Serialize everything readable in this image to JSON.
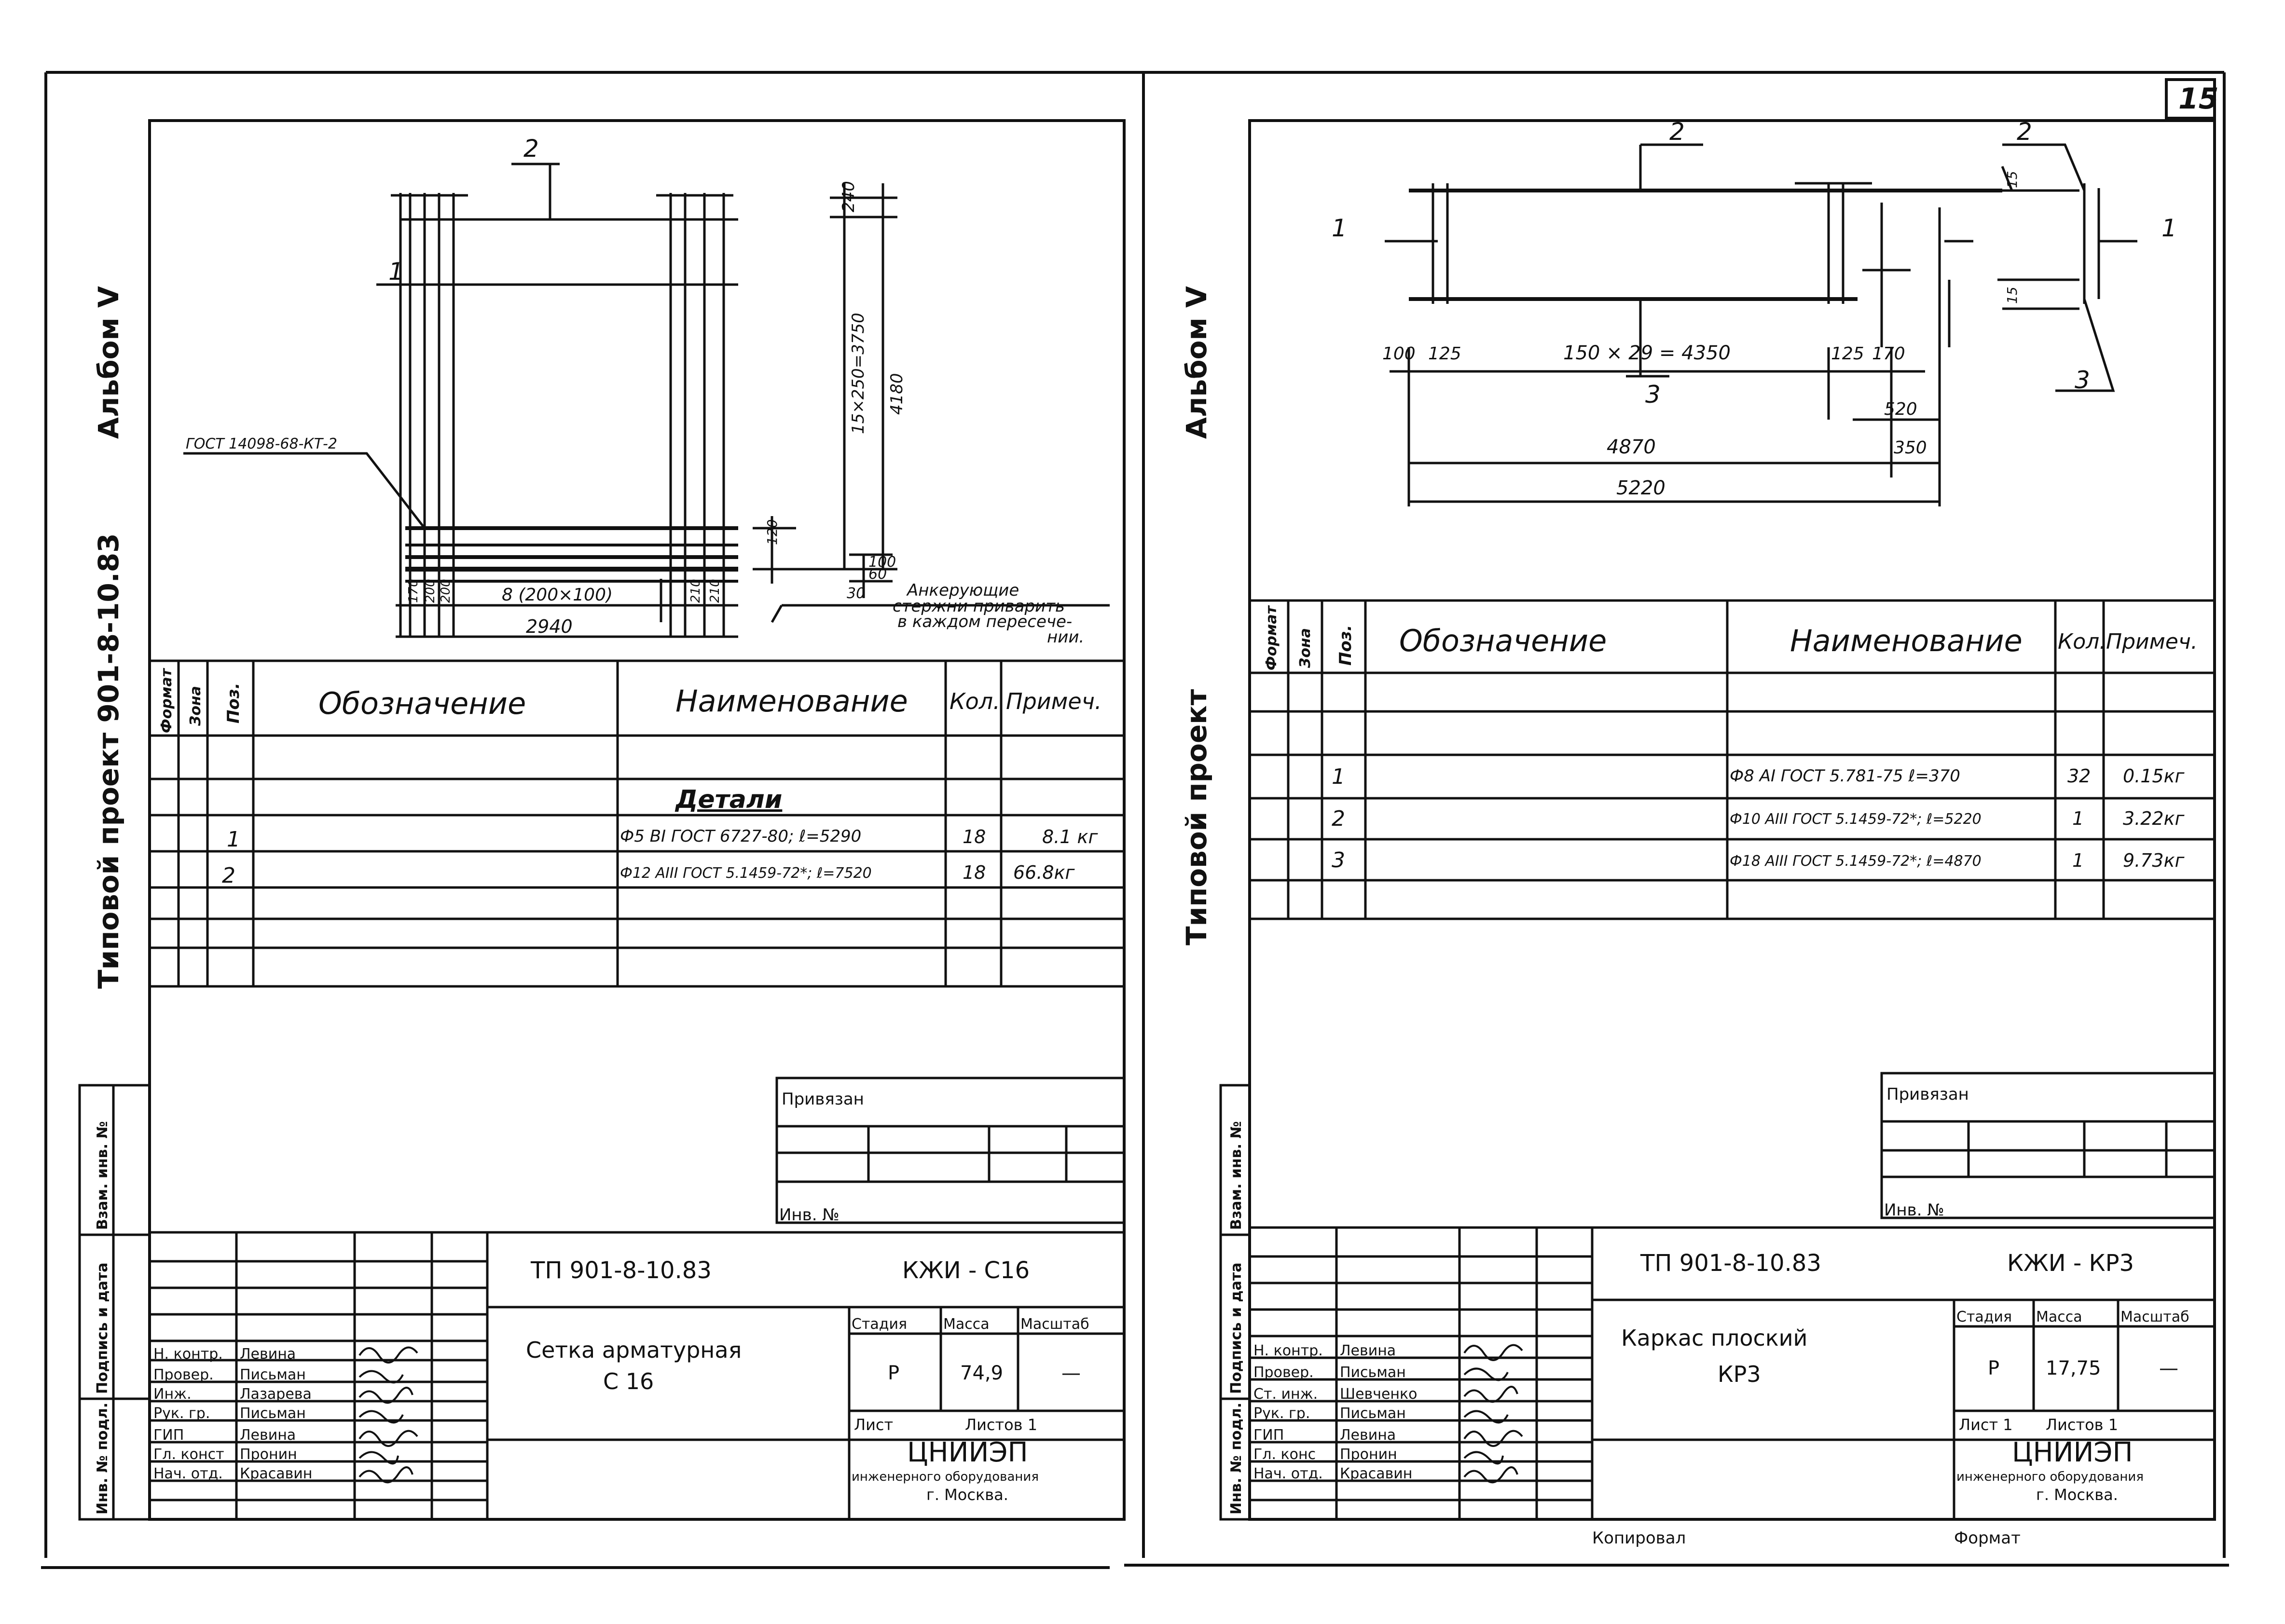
{
  "page_number": "15",
  "side_album": "Альбом V",
  "side_project": "Типовой проект 901-8-10.83",
  "side_project_label": "Типовой проект",
  "side_project_code": "901-8-10.83",
  "side_stamp": [
    "Инв. № подл.",
    "Подпись и дата",
    "Взам. инв. №"
  ],
  "right_side_album": "Альбом V",
  "right_side_project": "Типовой проект",
  "left": {
    "drawing": {
      "callout_1": "1",
      "callout_2": "2",
      "gost_note": "ГОСТ 14098-68-КТ-2",
      "dim_240": "240",
      "dim_15x250": "15×250=3750",
      "dim_4180": "4180",
      "dim_120": "120",
      "dim_100": "100",
      "dim_60": "60",
      "dim_30": "30",
      "dim_bottom_170": "170",
      "dim_bottom_200a": "200",
      "dim_bottom_200b": "200",
      "dim_bottom_8x": "8 (200×100)",
      "dim_bottom_210a": "210",
      "dim_bottom_210b": "210",
      "dim_2940": "2940",
      "anchor_note": [
        "Анкерующие",
        "стержни приварить",
        "в каждом пересече-",
        "нии."
      ]
    },
    "spec": {
      "headers": {
        "format": "Формат",
        "zone": "Зона",
        "pos": "Поз.",
        "designation": "Обозначение",
        "name": "Наименование",
        "qty": "Кол.",
        "note": "Примеч."
      },
      "section": "Детали",
      "rows": [
        {
          "pos": "1",
          "name": "Ф5 ВI ГОСТ 6727-80; ℓ=5290",
          "qty": "18",
          "note": "8.1 кг"
        },
        {
          "pos": "2",
          "name": "Ф12 АIII ГОСТ 5.1459-72*; ℓ=7520",
          "qty": "18",
          "note": "66.8кг"
        }
      ]
    },
    "bound": "Привязан",
    "inv_no": "Инв. №",
    "title_block": {
      "code": "ТП 901-8-10.83",
      "sheet_code": "КЖИ - С16",
      "title": "Сетка арматурная",
      "subtitle": "С 16",
      "stage_label": "Стадия",
      "mass_label": "Масса",
      "scale_label": "Масштаб",
      "stage": "Р",
      "mass": "74,9",
      "scale": "—",
      "sheet_label": "Лист",
      "sheets_label": "Листов 1",
      "org": "ЦНИИЭП",
      "org_full": "инженерного оборудования",
      "city": "г. Москва.",
      "people": [
        {
          "role": "Н. контр.",
          "name": "Левина"
        },
        {
          "role": "Провер.",
          "name": "Письман"
        },
        {
          "role": "Инж.",
          "name": "Лазарева"
        },
        {
          "role": "Рук. гр.",
          "name": "Письман"
        },
        {
          "role": "ГИП",
          "name": "Левина"
        },
        {
          "role": "Гл. конст",
          "name": "Пронин"
        },
        {
          "role": "Нач. отд.",
          "name": "Красавин"
        }
      ]
    }
  },
  "right": {
    "drawing": {
      "callout_1": "1",
      "callout_2": "2",
      "callout_2b": "2",
      "callout_3": "3",
      "callout_3b": "3",
      "callout_1b": "1",
      "dim_15a": "15",
      "dim_15b": "15",
      "dim_100": "100",
      "dim_125a": "125",
      "dim_150x": "150 × 29 = 4350",
      "dim_125b": "125",
      "dim_170": "170",
      "dim_520": "520",
      "dim_4870": "4870",
      "dim_350": "350",
      "dim_5220": "5220"
    },
    "spec": {
      "headers": {
        "format": "Формат",
        "zone": "Зона",
        "pos": "Поз.",
        "designation": "Обозначение",
        "name": "Наименование",
        "qty": "Кол.",
        "note": "Примеч."
      },
      "rows": [
        {
          "pos": "1",
          "name": "Ф8 АI ГОСТ 5.781-75 ℓ=370",
          "qty": "32",
          "note": "0.15кг"
        },
        {
          "pos": "2",
          "name": "Ф10 АIII ГОСТ 5.1459-72*; ℓ=5220",
          "qty": "1",
          "note": "3.22кг"
        },
        {
          "pos": "3",
          "name": "Ф18 АIII ГОСТ 5.1459-72*; ℓ=4870",
          "qty": "1",
          "note": "9.73кг"
        }
      ]
    },
    "bound": "Привязан",
    "inv_no": "Инв. №",
    "title_block": {
      "code": "ТП 901-8-10.83",
      "sheet_code": "КЖИ - КР3",
      "title": "Каркас плоский",
      "subtitle": "КР3",
      "stage_label": "Стадия",
      "mass_label": "Масса",
      "scale_label": "Масштаб",
      "stage": "Р",
      "mass": "17,75",
      "scale": "—",
      "sheet_label": "Лист 1",
      "sheets_label": "Листов 1",
      "org": "ЦНИИЭП",
      "org_full": "инженерного оборудования",
      "city": "г. Москва.",
      "people": [
        {
          "role": "Н. контр.",
          "name": "Левина"
        },
        {
          "role": "Провер.",
          "name": "Письман"
        },
        {
          "role": "Ст. инж.",
          "name": "Шевченко"
        },
        {
          "role": "Рук. гр.",
          "name": "Письман"
        },
        {
          "role": "ГИП",
          "name": "Левина"
        },
        {
          "role": "Гл. конс",
          "name": "Пронин"
        },
        {
          "role": "Нач. отд.",
          "name": "Красавин"
        }
      ]
    },
    "footer_copy": "Копировал",
    "footer_format": "Формат"
  }
}
